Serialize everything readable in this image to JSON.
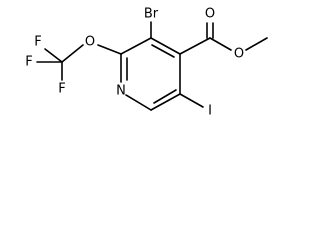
{
  "molecule": {
    "atoms": {
      "br": "Br",
      "n": "N",
      "i": "I",
      "o_ether_cf3": "O",
      "o_carbonyl": "O",
      "o_ester": "O",
      "f_top": "F",
      "f_left": "F",
      "f_bottom": "F"
    }
  }
}
